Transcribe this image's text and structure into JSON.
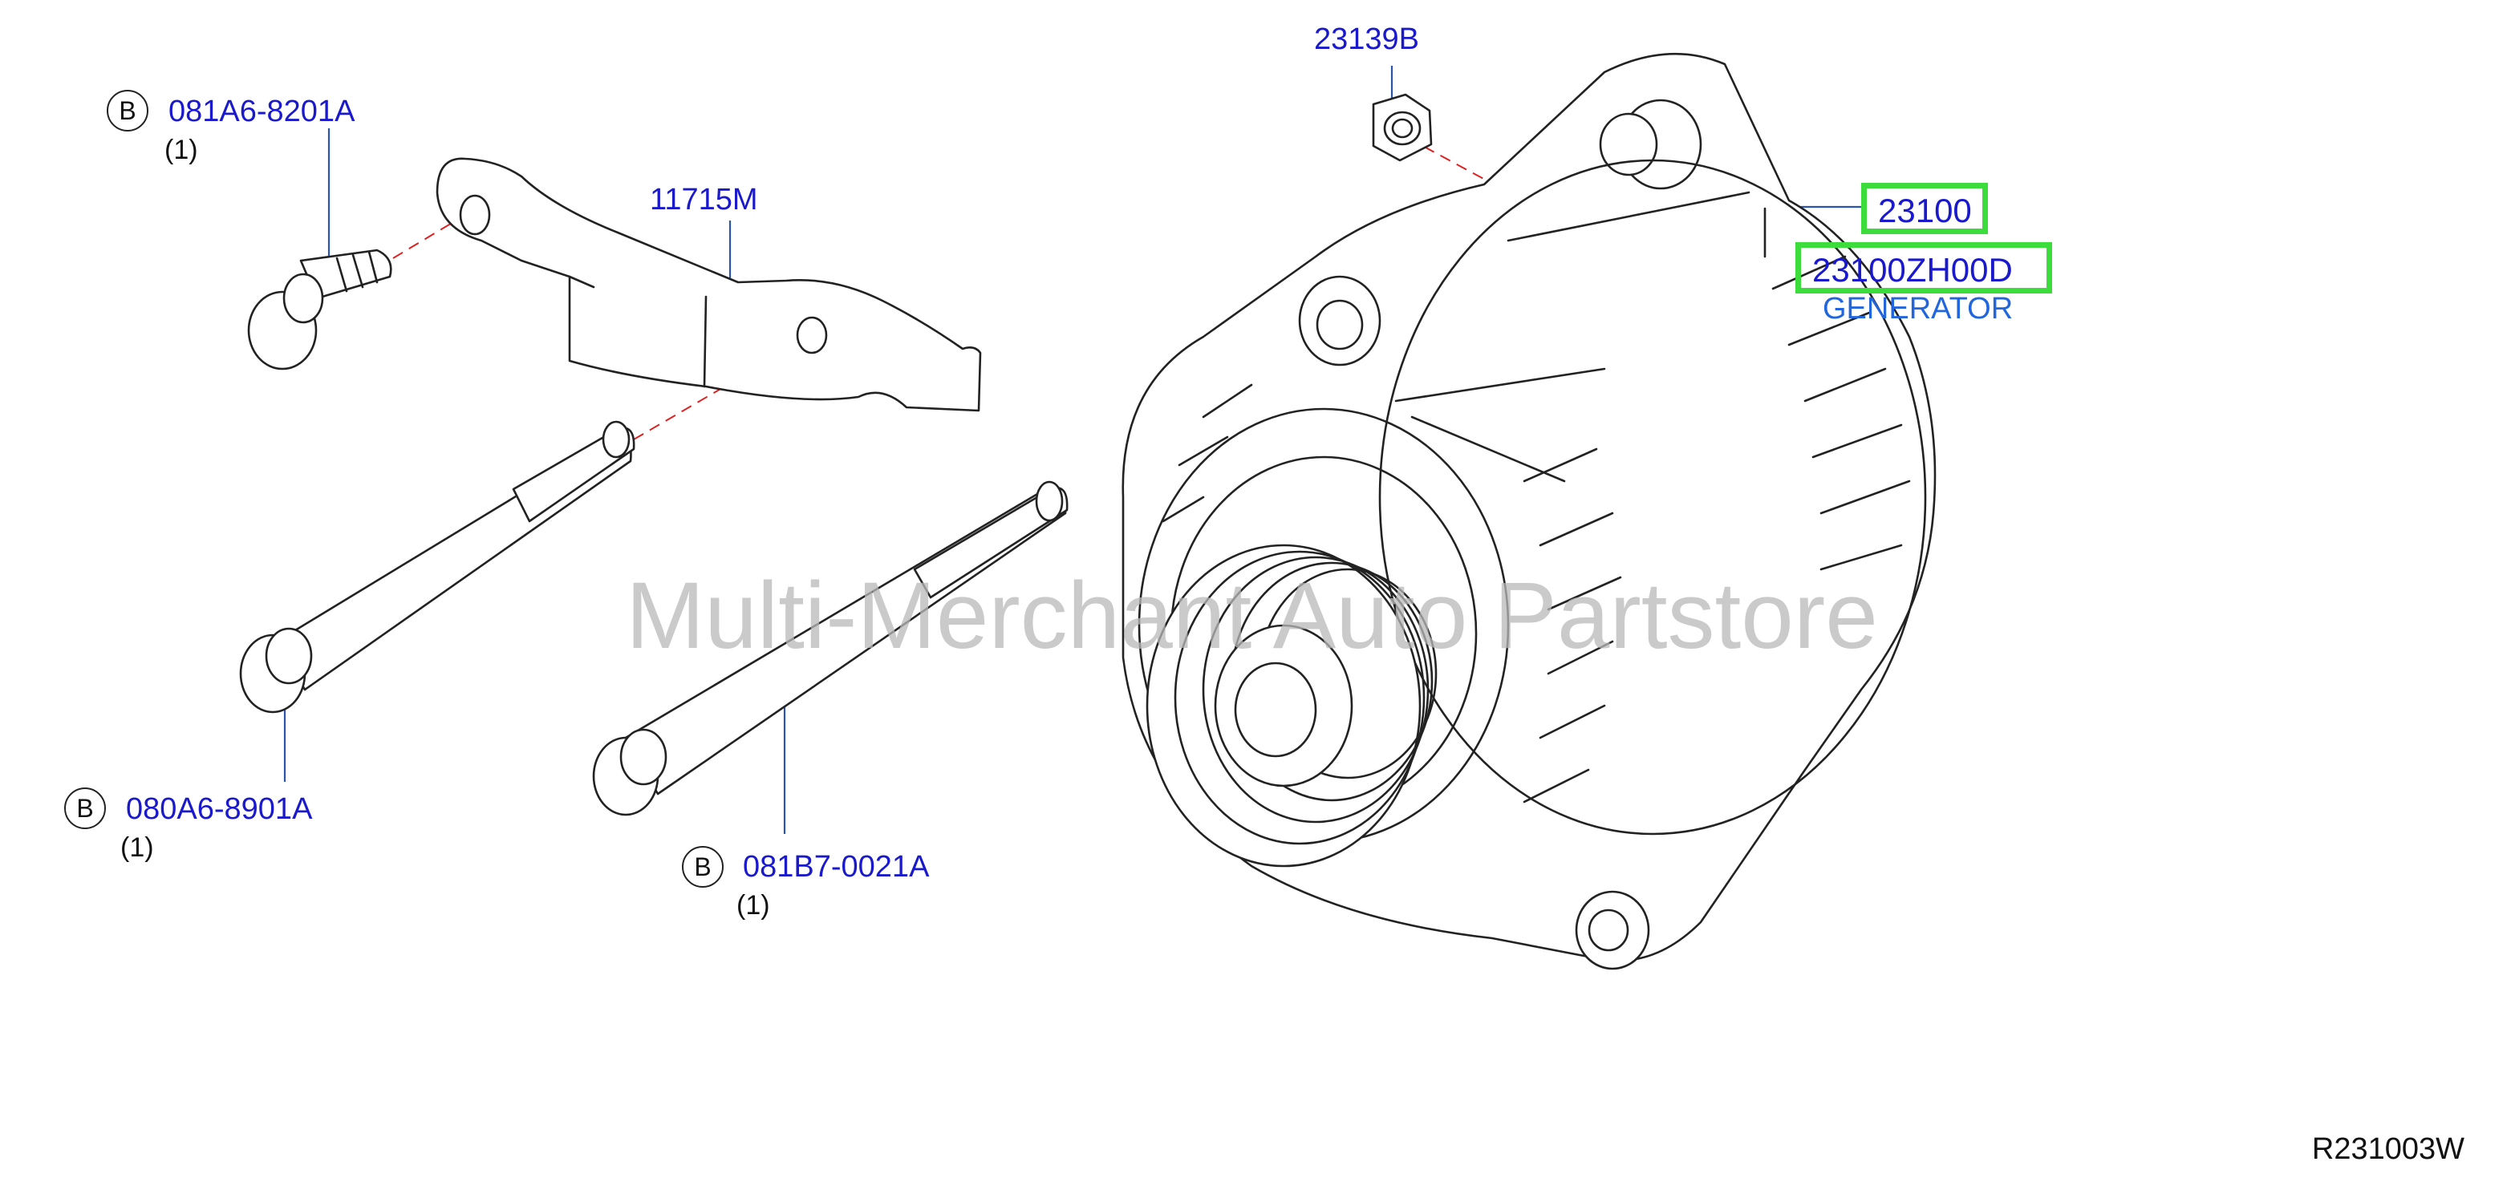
{
  "callouts": {
    "bolt_top": {
      "circle": "B",
      "part_no": "081A6-8201A",
      "qty": "(1)"
    },
    "bracket": {
      "part_no": "11715M"
    },
    "nut": {
      "part_no": "23139B"
    },
    "bolt_left": {
      "circle": "B",
      "part_no": "080A6-8901A",
      "qty": "(1)"
    },
    "bolt_right": {
      "circle": "B",
      "part_no": "081B7-0021A",
      "qty": "(1)"
    },
    "generator_ref": {
      "part_no": "23100"
    },
    "generator_pn": {
      "part_no": "23100ZH00D",
      "name": "GENERATOR"
    }
  },
  "highlight_color": "#3ddc3d",
  "label_color": "#1a1acc",
  "watermark": "Multi-Merchant Auto Partstore",
  "diagram_ref": "R231003W"
}
